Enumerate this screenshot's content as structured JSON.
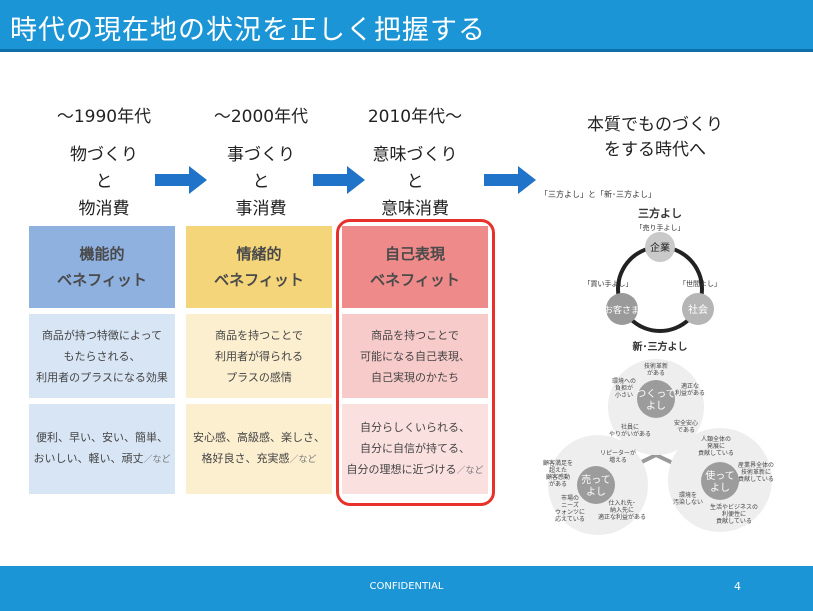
{
  "title": "時代の現在地の状況を正しく把握する",
  "eras": [
    {
      "period": "～1990年代",
      "line1": "物づくり",
      "line2": "と",
      "line3": "物消費"
    },
    {
      "period": "～2000年代",
      "line1": "事づくり",
      "line2": "と",
      "line3": "事消費"
    },
    {
      "period": "2010年代～",
      "line1": "意味づくり",
      "line2": "と",
      "line3": "意味消費"
    }
  ],
  "essence": {
    "line1": "本質でものづくり",
    "line2": "をする時代へ"
  },
  "benefits": [
    {
      "head1": "機能的",
      "head2": "ベネフィット",
      "desc1": "商品が持つ特徴によって",
      "desc2": "もたらされる、",
      "desc3": "利用者のプラスになる効果",
      "ex1": "便利、早い、安い、簡単、",
      "ex2": "おいしい、軽い、頑丈",
      "ex_suffix": "／など"
    },
    {
      "head1": "情緒的",
      "head2": "ベネフィット",
      "desc1": "商品を持つことで",
      "desc2": "利用者が得られる",
      "desc3": "プラスの感情",
      "ex1": "安心感、高級感、楽しさ、",
      "ex2": "格好良さ、充実感",
      "ex_suffix": "／など"
    },
    {
      "head1": "自己表現",
      "head2": "ベネフィット",
      "desc1": "商品を持つことで",
      "desc2": "可能になる自己表現、",
      "desc3": "自己実現のかたち",
      "ex1": "自分らしくいられる、",
      "ex2": "自分に自信が持てる、",
      "ex3": "自分の理想に近づける",
      "ex_suffix": "／など"
    }
  ],
  "diagram": {
    "caption": "「三方よし」と「新･三方よし」",
    "sanpo_title": "三方よし",
    "label_top": "「売り手よし」",
    "label_left": "「買い手よし」",
    "label_right": "「世間よし」",
    "node_top": "企業",
    "node_left": "お客さま",
    "node_right": "社会",
    "new_title": "新･三方よし",
    "make_1": "つくって",
    "make_2": "よし",
    "sell_1": "売って",
    "sell_2": "よし",
    "use_1": "使って",
    "use_2": "よし",
    "m_a1": "技術革新",
    "m_a2": "がある",
    "m_b1": "環境への",
    "m_b2": "負担が",
    "m_b3": "小さい",
    "m_c1": "適正な",
    "m_c2": "利益がある",
    "m_d1": "社員に",
    "m_d2": "やりがいがある",
    "m_e1": "安全安心",
    "m_e2": "である",
    "s_a1": "リピーターが",
    "s_a2": "増える",
    "s_b1": "顧客満足を",
    "s_b2": "超えた",
    "s_b3": "顧客感動",
    "s_b4": "がある",
    "s_c1": "市場の",
    "s_c2": "ニーズ",
    "s_c3": "ウォンツに",
    "s_c4": "応えている",
    "s_d1": "仕入れ先･",
    "s_d2": "納入先に",
    "s_d3": "適正な利益がある",
    "u_a1": "人類全体の",
    "u_a2": "発展に",
    "u_a3": "貢献している",
    "u_b1": "産業界全体の",
    "u_b2": "技術革新に",
    "u_b3": "貢献している",
    "u_c1": "環境を",
    "u_c2": "汚染しない",
    "u_d1": "生活やビジネスの",
    "u_d2": "利便性に",
    "u_d3": "貢献している"
  },
  "footer": {
    "confidential": "CONFIDENTIAL",
    "page": "4"
  },
  "colors": {
    "bar": "#1b95d5",
    "arrow": "#1f73c9",
    "functional": "#8fb1e0",
    "emotional": "#f5d57a",
    "self_expression": "#ef8a8a",
    "highlight": "#e8312b"
  }
}
